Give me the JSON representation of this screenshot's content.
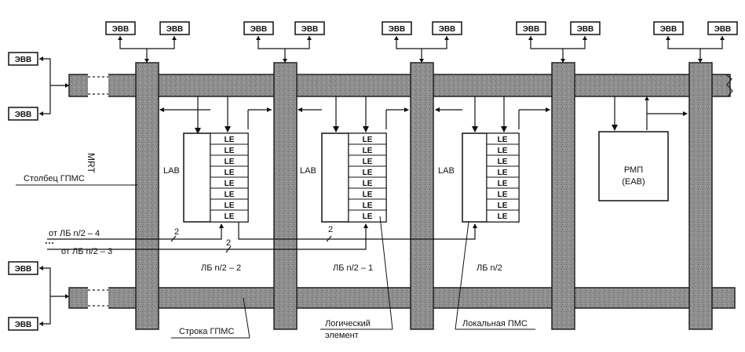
{
  "io_label": "ЭВВ",
  "le_label": "LE",
  "lab_label": "LAB",
  "blocks": [
    {
      "name": "ЛБ n/2 – 2"
    },
    {
      "name": "ЛБ n/2 – 1"
    },
    {
      "name": "ЛБ n/2"
    }
  ],
  "eab": {
    "line1": "РМП",
    "line2": "(EAB)"
  },
  "labels": {
    "column": "Столбец ГПМС",
    "mrt": "MRT",
    "row": "Строка ГПМС",
    "from_a": "от ЛБ n/2 – 4",
    "from_b": "от ЛБ n/2 – 3",
    "bus_width": "2",
    "logic_element_1": "Логический",
    "logic_element_2": "элемент",
    "local_pms": "Локальная ПМС"
  },
  "colors": {
    "bus_fill": "#8f8f8f",
    "bus_stroke": "#222222",
    "line": "#111111",
    "background": "#ffffff"
  }
}
